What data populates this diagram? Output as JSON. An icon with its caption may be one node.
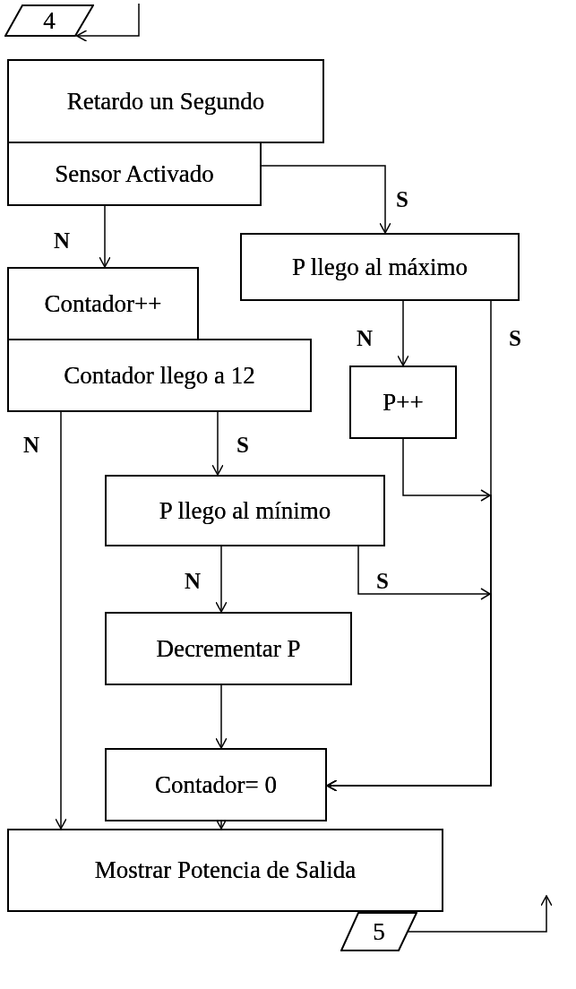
{
  "diagram": {
    "nodes": [
      {
        "text": [
          "4"
        ]
      },
      {
        "text": [
          "Retardo un Segundo"
        ]
      },
      {
        "text": [
          "Sensor Activado"
        ]
      },
      {
        "text": [
          "P llego al máximo"
        ]
      },
      {
        "text": [
          "Contador++"
        ]
      },
      {
        "text": [
          "Contador llego a 12"
        ]
      },
      {
        "text": [
          "P++"
        ]
      },
      {
        "text": [
          "P llego al mínimo"
        ]
      },
      {
        "text": [
          "Decrementar P"
        ]
      },
      {
        "text": [
          "Contador= 0"
        ]
      },
      {
        "text": [
          "Mostrar Potencia de Salida"
        ]
      },
      {
        "text": [
          "5"
        ]
      }
    ],
    "edges": [
      {
        "from": null,
        "to": 0,
        "arrow": "to"
      },
      {
        "from": 2,
        "to": 3,
        "arrow": "to",
        "label": "S"
      },
      {
        "from": 2,
        "to": 4,
        "arrow": "to",
        "label": "N"
      },
      {
        "from": 3,
        "to": 6,
        "arrow": "to",
        "label": "N"
      },
      {
        "from": 3,
        "to": 9,
        "arrow": "to",
        "label": "S"
      },
      {
        "from": 5,
        "to": 10,
        "arrow": "to",
        "label": "N"
      },
      {
        "from": 5,
        "to": 7,
        "arrow": "to",
        "label": "S"
      },
      {
        "from": 6,
        "to": 9,
        "arrow": "to"
      },
      {
        "from": 7,
        "to": 8,
        "arrow": "to",
        "label": "N"
      },
      {
        "from": 7,
        "to": 9,
        "arrow": "to",
        "label": "S"
      },
      {
        "from": 8,
        "to": 9,
        "arrow": "to"
      },
      {
        "from": 9,
        "to": 10,
        "arrow": "to"
      },
      {
        "from": 11,
        "to": null,
        "arrow": "to"
      }
    ]
  }
}
